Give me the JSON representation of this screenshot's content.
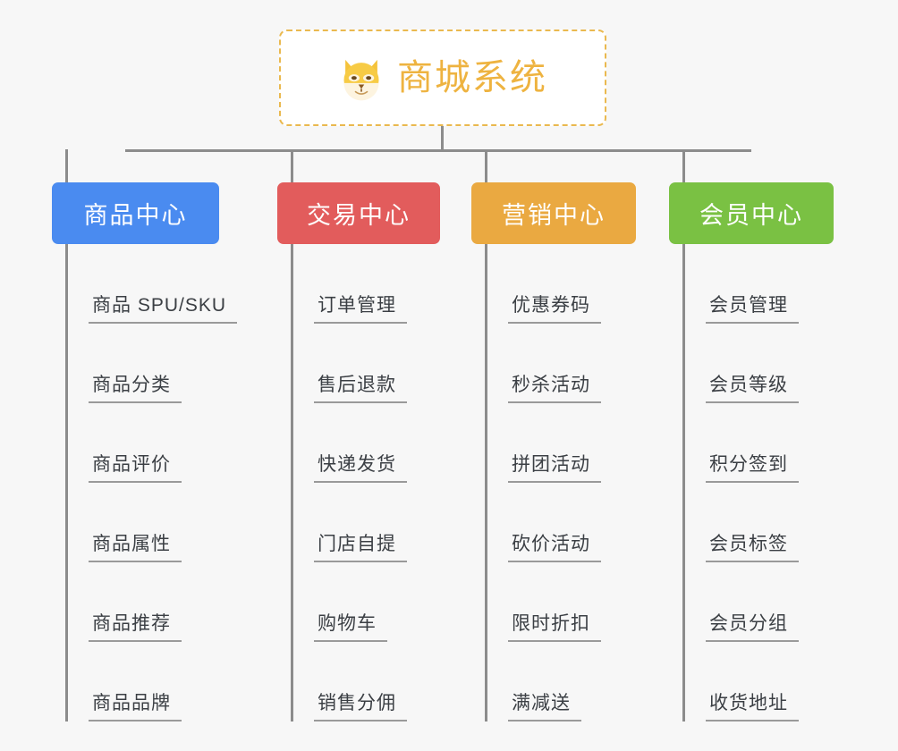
{
  "background_color": "#f7f7f7",
  "root": {
    "title": "商城系统",
    "icon": "shiba-dog-icon",
    "text_color": "#eeb340",
    "border_color": "#eab94f",
    "background_color": "#ffffff"
  },
  "connector_color": "#8c8c8c",
  "columns": [
    {
      "id": "product-center",
      "label": "商品中心",
      "color": "#4a8bf0",
      "items": [
        {
          "label": "商品 SPU/SKU"
        },
        {
          "label": "商品分类"
        },
        {
          "label": "商品评价"
        },
        {
          "label": "商品属性"
        },
        {
          "label": "商品推荐"
        },
        {
          "label": "商品品牌"
        }
      ]
    },
    {
      "id": "trade-center",
      "label": "交易中心",
      "color": "#e25c5c",
      "items": [
        {
          "label": "订单管理"
        },
        {
          "label": "售后退款"
        },
        {
          "label": "快递发货"
        },
        {
          "label": "门店自提"
        },
        {
          "label": "购物车"
        },
        {
          "label": "销售分佣"
        }
      ]
    },
    {
      "id": "marketing-center",
      "label": "营销中心",
      "color": "#eaa941",
      "items": [
        {
          "label": "优惠券码"
        },
        {
          "label": "秒杀活动"
        },
        {
          "label": "拼团活动"
        },
        {
          "label": "砍价活动"
        },
        {
          "label": "限时折扣"
        },
        {
          "label": "满减送"
        }
      ]
    },
    {
      "id": "member-center",
      "label": "会员中心",
      "color": "#7ac143",
      "items": [
        {
          "label": "会员管理"
        },
        {
          "label": "会员等级"
        },
        {
          "label": "积分签到"
        },
        {
          "label": "会员标签"
        },
        {
          "label": "会员分组"
        },
        {
          "label": "收货地址"
        }
      ]
    }
  ]
}
